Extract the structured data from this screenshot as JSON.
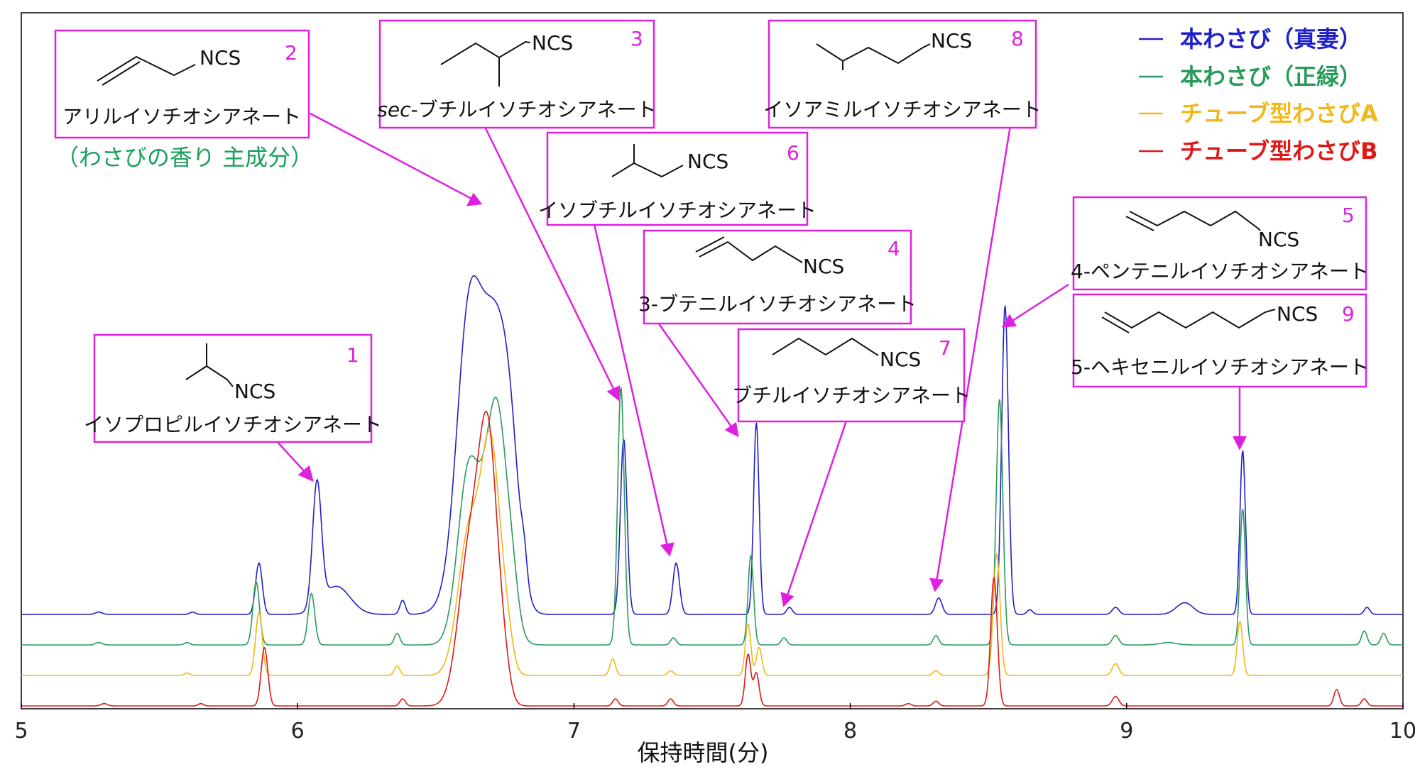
{
  "chart_data": {
    "type": "line",
    "xlabel": "保持時間(分)",
    "ylabel": "",
    "xlim": [
      5,
      10
    ],
    "xticks": [
      "5",
      "6",
      "7",
      "8",
      "9",
      "10"
    ],
    "grid": false,
    "legend_position": "top-right",
    "series": [
      {
        "name": "本わさび（真妻）",
        "color": "#2020c8",
        "baseline": 0.0,
        "peaks": [
          [
            5.28,
            0.01,
            0.012
          ],
          [
            5.62,
            0.01,
            0.01
          ],
          [
            5.86,
            0.22,
            0.012
          ],
          [
            6.07,
            0.53,
            0.016
          ],
          [
            6.14,
            0.12,
            0.05
          ],
          [
            6.38,
            0.06,
            0.01
          ],
          [
            6.52,
            0.02,
            0.04
          ],
          [
            6.62,
            1.25,
            0.045
          ],
          [
            6.71,
            1.05,
            0.045
          ],
          [
            6.77,
            0.55,
            0.035
          ],
          [
            6.82,
            0.09,
            0.01
          ],
          [
            7.18,
            0.75,
            0.012
          ],
          [
            7.37,
            0.22,
            0.012
          ],
          [
            7.66,
            0.82,
            0.01
          ],
          [
            7.78,
            0.03,
            0.01
          ],
          [
            8.32,
            0.07,
            0.012
          ],
          [
            8.56,
            1.32,
            0.012
          ],
          [
            8.65,
            0.02,
            0.01
          ],
          [
            8.96,
            0.03,
            0.012
          ],
          [
            9.21,
            0.05,
            0.03
          ],
          [
            9.42,
            0.7,
            0.01
          ],
          [
            9.87,
            0.03,
            0.01
          ]
        ]
      },
      {
        "name": "本わさび（正緑）",
        "color": "#2a9a5a",
        "baseline": 0.0,
        "peaks": [
          [
            5.28,
            0.01,
            0.012
          ],
          [
            5.6,
            0.01,
            0.01
          ],
          [
            5.85,
            0.27,
            0.012
          ],
          [
            6.05,
            0.22,
            0.012
          ],
          [
            6.36,
            0.05,
            0.01
          ],
          [
            6.62,
            0.75,
            0.04
          ],
          [
            6.72,
            1.02,
            0.04
          ],
          [
            6.78,
            0.1,
            0.02
          ],
          [
            7.17,
            1.1,
            0.012
          ],
          [
            7.36,
            0.03,
            0.01
          ],
          [
            7.64,
            0.38,
            0.01
          ],
          [
            7.76,
            0.03,
            0.01
          ],
          [
            8.31,
            0.04,
            0.01
          ],
          [
            8.54,
            1.05,
            0.012
          ],
          [
            8.96,
            0.04,
            0.012
          ],
          [
            9.15,
            0.01,
            0.03
          ],
          [
            9.42,
            0.58,
            0.01
          ],
          [
            9.86,
            0.06,
            0.01
          ],
          [
            9.93,
            0.05,
            0.01
          ]
        ]
      },
      {
        "name": "チューブ型わさびA",
        "color": "#f0b818",
        "baseline": 0.0,
        "peaks": [
          [
            5.6,
            0.01,
            0.01
          ],
          [
            5.86,
            0.27,
            0.012
          ],
          [
            6.36,
            0.04,
            0.01
          ],
          [
            6.62,
            0.6,
            0.04
          ],
          [
            6.7,
            0.95,
            0.035
          ],
          [
            6.76,
            0.1,
            0.02
          ],
          [
            7.14,
            0.07,
            0.01
          ],
          [
            7.35,
            0.02,
            0.01
          ],
          [
            7.63,
            0.22,
            0.01
          ],
          [
            7.67,
            0.12,
            0.01
          ],
          [
            8.31,
            0.02,
            0.01
          ],
          [
            8.53,
            0.52,
            0.012
          ],
          [
            8.96,
            0.05,
            0.012
          ],
          [
            9.41,
            0.23,
            0.01
          ]
        ]
      },
      {
        "name": "チューブ型わさびB",
        "color": "#e01818",
        "baseline": 0.0,
        "peaks": [
          [
            5.3,
            0.01,
            0.012
          ],
          [
            5.65,
            0.01,
            0.01
          ],
          [
            5.88,
            0.25,
            0.012
          ],
          [
            6.38,
            0.03,
            0.01
          ],
          [
            6.62,
            0.62,
            0.04
          ],
          [
            6.69,
            1.1,
            0.035
          ],
          [
            6.75,
            0.08,
            0.02
          ],
          [
            7.15,
            0.03,
            0.01
          ],
          [
            7.35,
            0.03,
            0.01
          ],
          [
            7.63,
            0.22,
            0.01
          ],
          [
            7.66,
            0.14,
            0.01
          ],
          [
            8.21,
            0.01,
            0.01
          ],
          [
            8.31,
            0.02,
            0.01
          ],
          [
            8.52,
            0.55,
            0.012
          ],
          [
            8.96,
            0.04,
            0.012
          ],
          [
            9.76,
            0.07,
            0.01
          ],
          [
            9.86,
            0.03,
            0.01
          ]
        ]
      }
    ]
  },
  "legend": [
    {
      "label": "本わさび（真妻）",
      "color": "#2020c8"
    },
    {
      "label": "本わさび（正緑）",
      "color": "#2a9a5a"
    },
    {
      "label": "チューブ型わさびA",
      "color": "#f0b818"
    },
    {
      "label": "チューブ型わさびB",
      "color": "#e01818"
    }
  ],
  "annotations": {
    "box1": {
      "number": "1",
      "ncs": "NCS",
      "name": "イソプロピルイソチオシアネート"
    },
    "box2": {
      "number": "2",
      "ncs": "NCS",
      "name": "アリルイソチオシアネート",
      "note": "（わさびの香り 主成分）"
    },
    "box3": {
      "number": "3",
      "ncs": "NCS",
      "name_prefix": "sec",
      "name": "-ブチルイソチオシアネート"
    },
    "box4": {
      "number": "4",
      "ncs": "NCS",
      "name": "3-ブテニルイソチオシアネート"
    },
    "box5": {
      "number": "5",
      "ncs": "NCS",
      "name": "4-ペンテニルイソチオシアネート"
    },
    "box6": {
      "number": "6",
      "ncs": "NCS",
      "name": "イソブチルイソチオシアネート"
    },
    "box7": {
      "number": "7",
      "ncs": "NCS",
      "name": "ブチルイソチオシアネート"
    },
    "box8": {
      "number": "8",
      "ncs": "NCS",
      "name": "イソアミルイソチオシアネート"
    },
    "box9": {
      "number": "9",
      "ncs": "NCS",
      "name": "5-ヘキセニルイソチオシアネート"
    }
  },
  "colors": {
    "annotation": "#e020e0",
    "axis": "#000000"
  }
}
